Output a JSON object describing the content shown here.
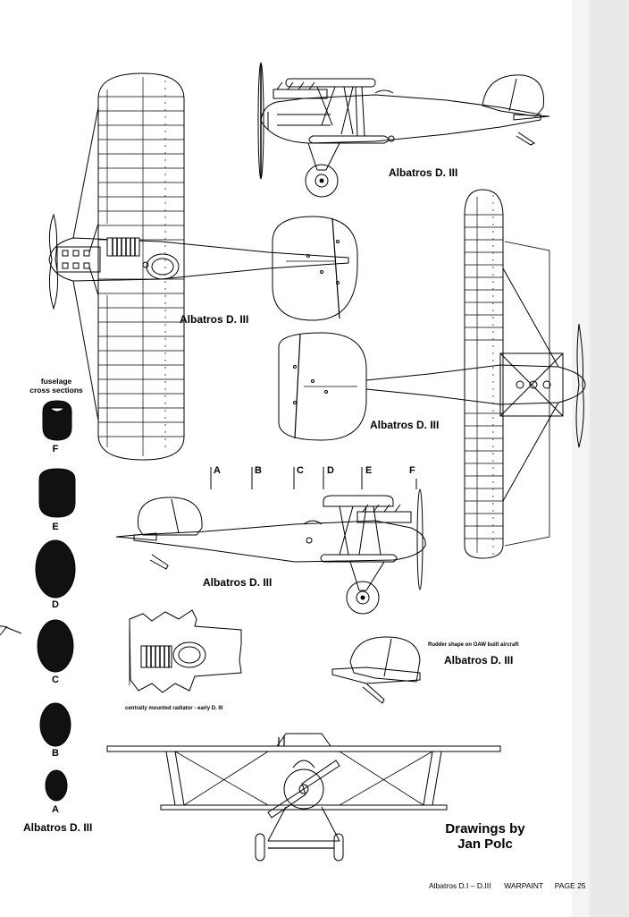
{
  "labels": {
    "top_side_view": "Albatros D. III",
    "upper_plan_view": "Albatros D. III",
    "lower_plan_view": "Albatros D. III",
    "right_side_view": "Albatros D. III",
    "sections_caption": "Albatros D. III",
    "rudder_caption": "Albatros D. III",
    "rudder_note": "Rudder shape on OAW built aircraft",
    "radiator_note": "centrally mounted radiator - early D. III"
  },
  "cross_sections": {
    "title_line1": "fuselage",
    "title_line2": "cross sections",
    "letters": [
      "F",
      "E",
      "D",
      "C",
      "B",
      "A"
    ]
  },
  "stations": [
    "A",
    "B",
    "C",
    "D",
    "E",
    "F"
  ],
  "credits": {
    "line1": "Drawings by",
    "line2": "Jan Polc"
  },
  "footer": {
    "title": "Albatros D.I – D.III",
    "publication": "WARPAINT",
    "page": "PAGE 25"
  },
  "colors": {
    "ink": "#000000",
    "paper": "#ffffff",
    "scan_grey": "#e6e6e6"
  }
}
